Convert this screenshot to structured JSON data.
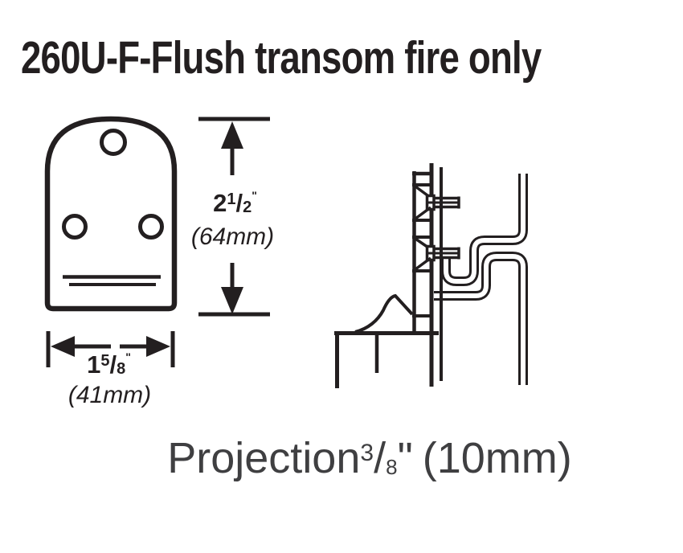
{
  "title": "260U-F-Flush transom fire only",
  "dimensions": {
    "height": {
      "whole": "2",
      "numerator": "1",
      "separator": "/",
      "denominator": "2",
      "unit": "\"",
      "metric": "(64mm)"
    },
    "width": {
      "whole": "1",
      "numerator": "5",
      "separator": "/",
      "denominator": "8",
      "unit": "\"",
      "metric": "(41mm)"
    }
  },
  "projection": {
    "label": "Projection",
    "numerator": "3",
    "separator": "/",
    "denominator": "8",
    "unit": "\"",
    "metric": "(10mm)"
  },
  "colors": {
    "ink": "#231f20",
    "paper": "#ffffff",
    "projection_text": "#3f3f41"
  }
}
